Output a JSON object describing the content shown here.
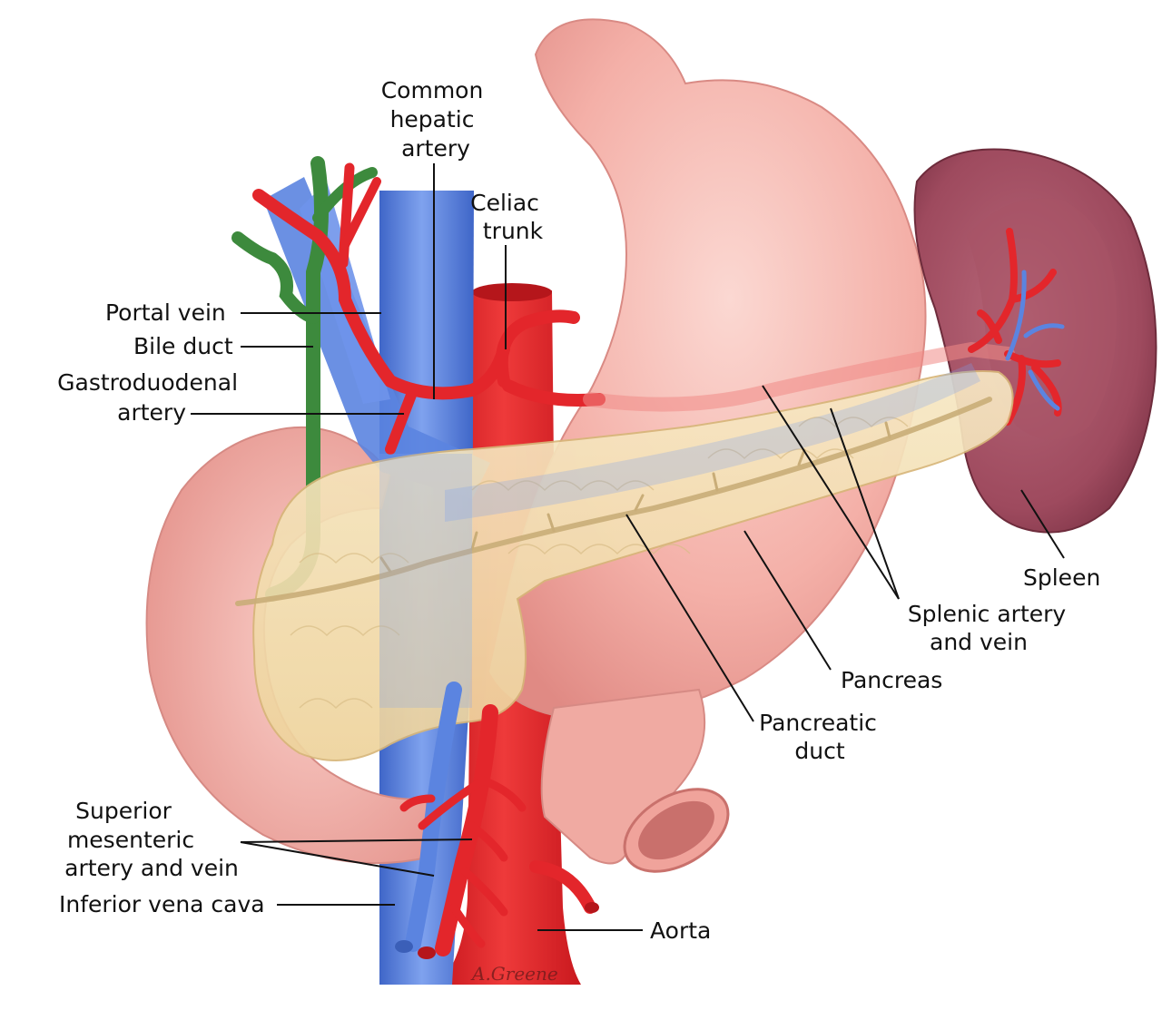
{
  "labels": {
    "common_hepatic_artery": [
      "Common",
      "hepatic",
      "artery"
    ],
    "celiac_trunk": [
      "Celiac",
      "trunk"
    ],
    "portal_vein": "Portal vein",
    "bile_duct": "Bile duct",
    "gastroduodenal_artery": [
      "Gastroduodenal",
      "artery"
    ],
    "spleen": "Spleen",
    "splenic_artery_and_vein": [
      "Splenic artery",
      "and vein"
    ],
    "pancreas": "Pancreas",
    "pancreatic_duct": [
      "Pancreatic",
      "duct"
    ],
    "superior_mesenteric": [
      "Superior",
      "mesenteric",
      "artery and vein"
    ],
    "inferior_vena_cava": "Inferior vena cava",
    "aorta": "Aorta"
  },
  "signature": "A.Greene",
  "colors": {
    "artery": "#e3262b",
    "vein": "#5b84e0",
    "bile_duct": "#3d8a3d",
    "stomach": "#f2a8a0",
    "pancreas": "#f3dfae",
    "spleen": "#9e4a5e"
  }
}
